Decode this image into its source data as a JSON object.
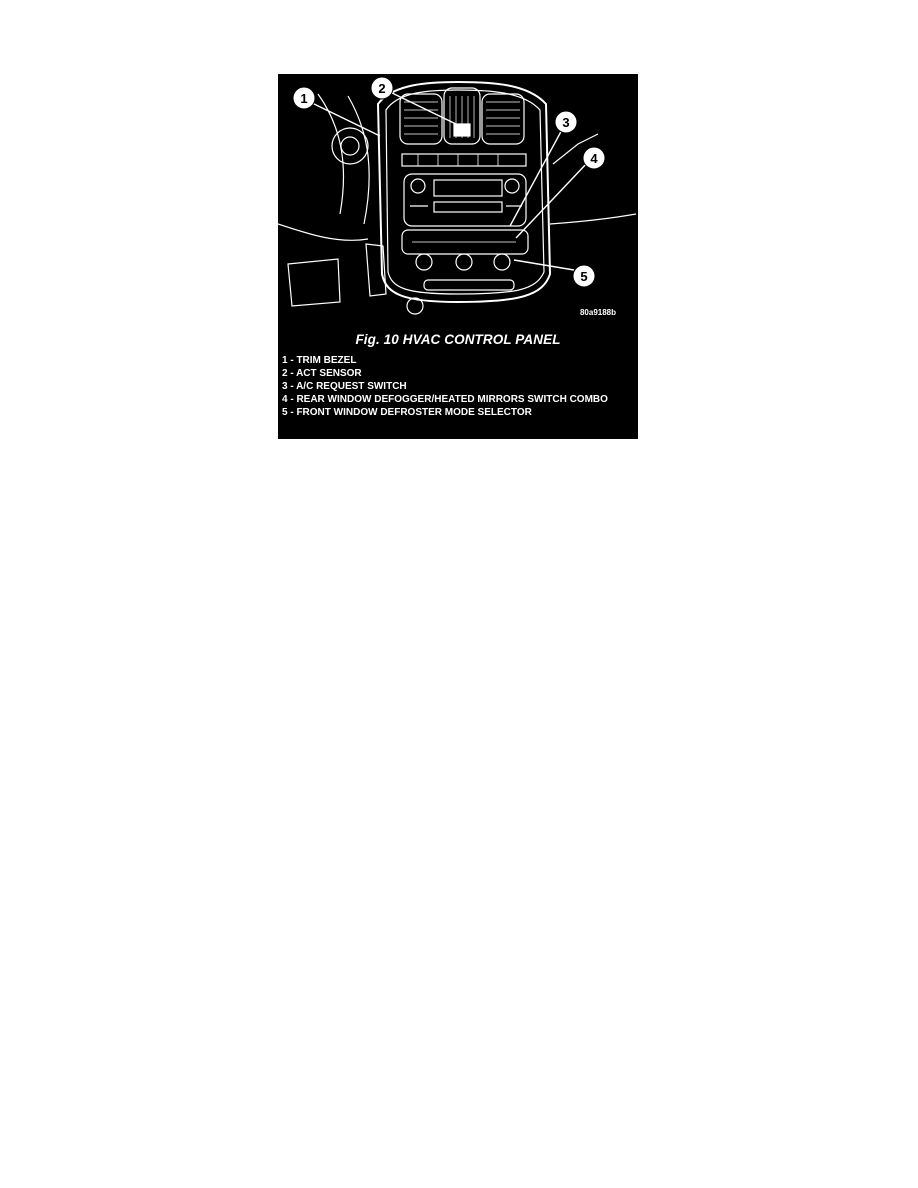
{
  "figure": {
    "image_code": "80a9188b",
    "caption": "Fig. 10 HVAC CONTROL PANEL",
    "callouts": [
      "1",
      "2",
      "3",
      "4",
      "5"
    ],
    "legend": [
      "1 - TRIM BEZEL",
      "2 - ACT SENSOR",
      "3 - A/C REQUEST SWITCH",
      "4 - REAR WINDOW DEFOGGER/HEATED MIRRORS SWITCH COMBO",
      "5 - FRONT WINDOW DEFROSTER MODE SELECTOR"
    ]
  }
}
